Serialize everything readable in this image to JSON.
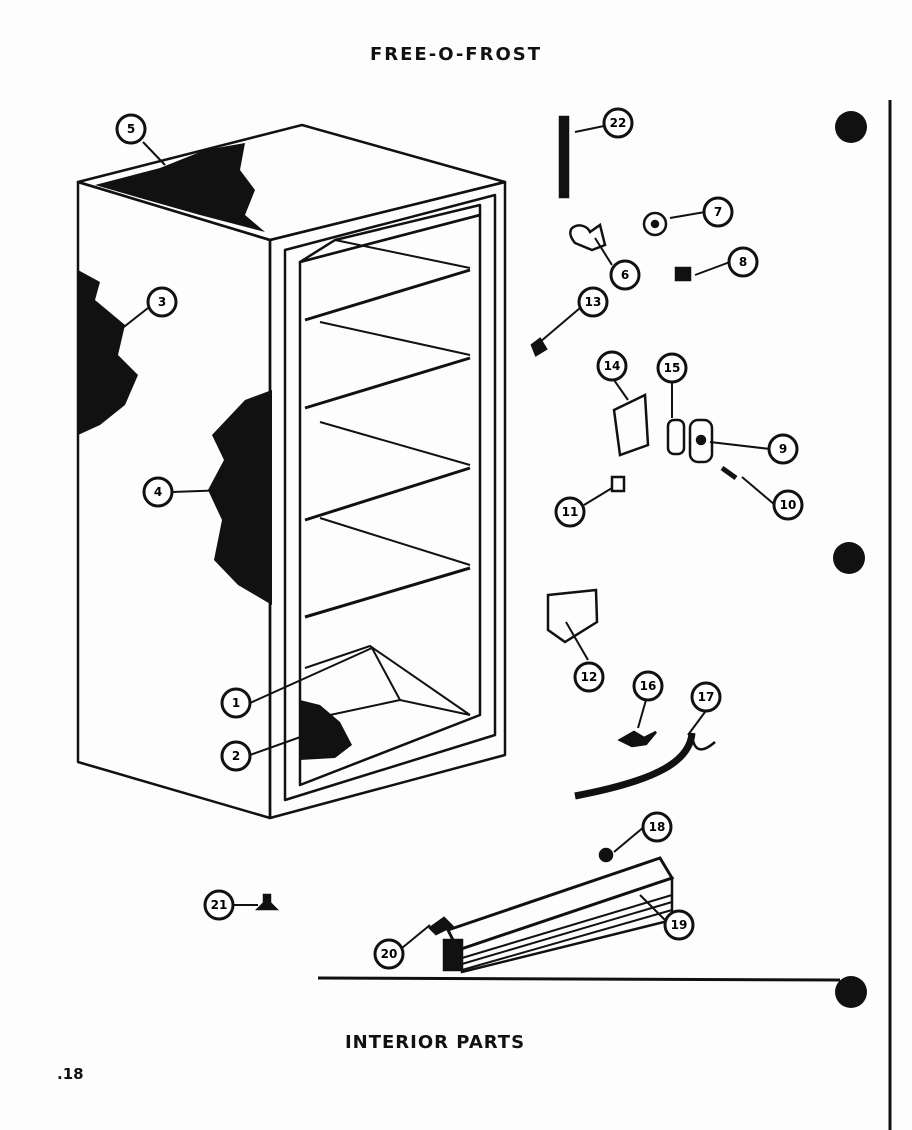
{
  "header": {
    "title": "FREE-O-FROST"
  },
  "footer": {
    "caption": "INTERIOR PARTS",
    "page_number": ".18"
  },
  "callouts": [
    {
      "id": "c1",
      "label": "1"
    },
    {
      "id": "c2",
      "label": "2"
    },
    {
      "id": "c3",
      "label": "3"
    },
    {
      "id": "c4",
      "label": "4"
    },
    {
      "id": "c5",
      "label": "5"
    },
    {
      "id": "c6",
      "label": "6"
    },
    {
      "id": "c7",
      "label": "7"
    },
    {
      "id": "c8",
      "label": "8"
    },
    {
      "id": "c9",
      "label": "9"
    },
    {
      "id": "c10",
      "label": "10"
    },
    {
      "id": "c11",
      "label": "11"
    },
    {
      "id": "c12",
      "label": "12"
    },
    {
      "id": "c13",
      "label": "13"
    },
    {
      "id": "c14",
      "label": "14"
    },
    {
      "id": "c15",
      "label": "15"
    },
    {
      "id": "c16",
      "label": "16"
    },
    {
      "id": "c17",
      "label": "17"
    },
    {
      "id": "c18",
      "label": "18"
    },
    {
      "id": "c19",
      "label": "19"
    },
    {
      "id": "c20",
      "label": "20"
    },
    {
      "id": "c21",
      "label": "21"
    },
    {
      "id": "c22",
      "label": "22"
    }
  ]
}
